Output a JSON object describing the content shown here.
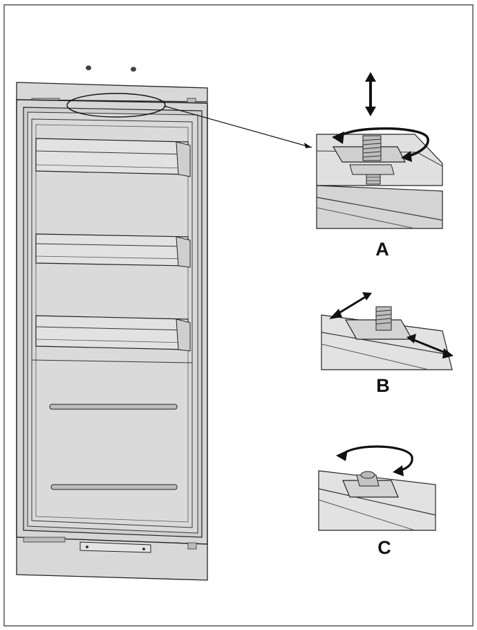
{
  "figure": {
    "labels": {
      "a": "A",
      "b": "B",
      "c": "C"
    },
    "colors": {
      "line": "#1e1e1e",
      "panel": "#dcdcdc",
      "panel_light": "#e8e8e8",
      "frame_border": "#555555"
    }
  }
}
